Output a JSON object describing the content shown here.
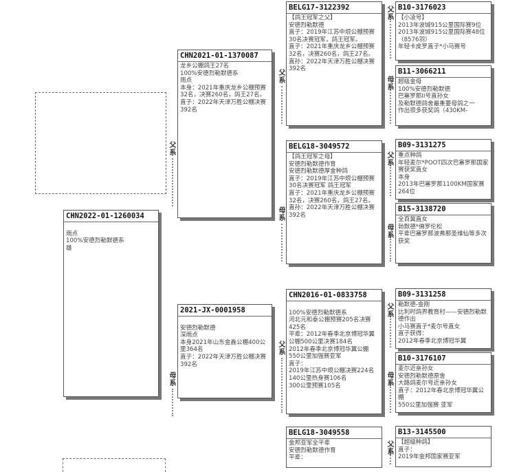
{
  "root": {
    "id": "CHN2022-01-1260034",
    "lines": [
      "",
      "雨点",
      "100%安德烈勒默德系",
      "雄"
    ]
  },
  "sire": {
    "id": "CHN2021-01-1370087",
    "lines": [
      "龙乡公棚鸽王27名",
      "100%安德烈勒默德系",
      "雨点",
      "本身：2021年重庆龙乡公棚预赛32名，决赛260名，鸽王27名。",
      "直子：2022年天津万胜公棚决赛392名"
    ]
  },
  "dam": {
    "id": "2021-JX-0001958",
    "lines": [
      "",
      "安德烈勒默德",
      "深雨点",
      "本身2021年山东金鑫公棚400公里364名",
      "直子：2022年天津万胜公棚决赛392名"
    ]
  },
  "ss": {
    "id": "BELG17-3122392",
    "lines": [
      "【鸽王冠军之父】",
      "安德烈勒默德",
      "直子：2019年江苏中垠公棚预赛30名决赛冠军，鸽王冠军。",
      "直子：2021年重庆龙乡公棚预赛32名，决赛260名，鸽王27名。",
      "直孙：2022年天津万胜公棚决赛392名"
    ]
  },
  "sd": {
    "id": "BELG18-3049572",
    "lines": [
      "【鸽王冠军之母】",
      "安德烈勒默德作育",
      "安德烈勒默德厚金种鸽",
      "直子：2019年江苏中垠公棚预赛30名决赛冠军 鸽王冠军",
      "直子：2021年重庆龙乡公棚预赛32名，决赛260名，鸽王27名。",
      "直孙：2022年天津万胜公棚决赛392名"
    ]
  },
  "ds": {
    "id": "CHN2016-01-0833758",
    "lines": [
      "",
      "100%安德烈勒默德系",
      "河北元和泰公棚预赛205名决赛425名",
      "平辈：2012年春季北京博冠华翼公棚500公里决赛184名",
      "2012年春季北京博冠华翼公棚550公里加强赛亚军",
      "直子：",
      "2019年江苏中垠公棚决赛224名",
      "140公里热身赛106名",
      "300公里预赛105名"
    ]
  },
  "dd": {
    "id": "BELG18-3049558",
    "lines": [
      "金邦亚军全平辈",
      "安德烈勒默德作育",
      "平辈："
    ]
  },
  "sss": {
    "id": "B10-3176023",
    "lines": [
      "【小凌号】",
      "2013年波城915公里国际赛9位",
      "2013年波城915公里国际赛48位（8576羽）",
      "年轻卡皮罗直子*小马赛号"
    ]
  },
  "ssd": {
    "id": "B11-3066211",
    "lines": [
      "超级金母",
      "100%安德烈勒默德",
      "巴塞罗那II号直孙女",
      "及勒默德鸽舍最重要母鸽之一",
      "作出很多获奖鸽（430KM-"
    ]
  },
  "sds": {
    "id": "B09-3131275",
    "lines": [
      "重点种鸽",
      "年轻麦尔*POOT四次巴塞罗那国家赛获奖直女",
      "本身",
      "2013年巴塞罗那1100KM国家赛264位"
    ]
  },
  "sdd": {
    "id": "B15-3138720",
    "lines": [
      "全百冀直女",
      "勃默德*佛罗伦松",
      "平辈巴塞罗那波弗那圣维仙等多次获奖"
    ]
  },
  "dss": {
    "id": "B09-3131258",
    "lines": [
      "勒默德-金刚",
      "比利时鸽界教育村——安德烈勒默德作出",
      "小马赛直子*麦尔号直女",
      "直子获得：",
      "2012年春季北京博冠华翼"
    ]
  },
  "dsd": {
    "id": "B10-3176107",
    "lines": [
      "麦尔近亲孙女",
      "安德烈勒默德原舍",
      "大路鸽麦尔号近亲孙女",
      "直子：2012年春北京博冠华翼公棚",
      "550公里加强赛 亚军"
    ]
  },
  "dds": {
    "id": "B13-3145500",
    "lines": [
      "【超级种鸽】",
      "直子：",
      "2019年金邦国家赛亚军"
    ]
  },
  "labels": {
    "father": "父系",
    "mother": "母系"
  }
}
